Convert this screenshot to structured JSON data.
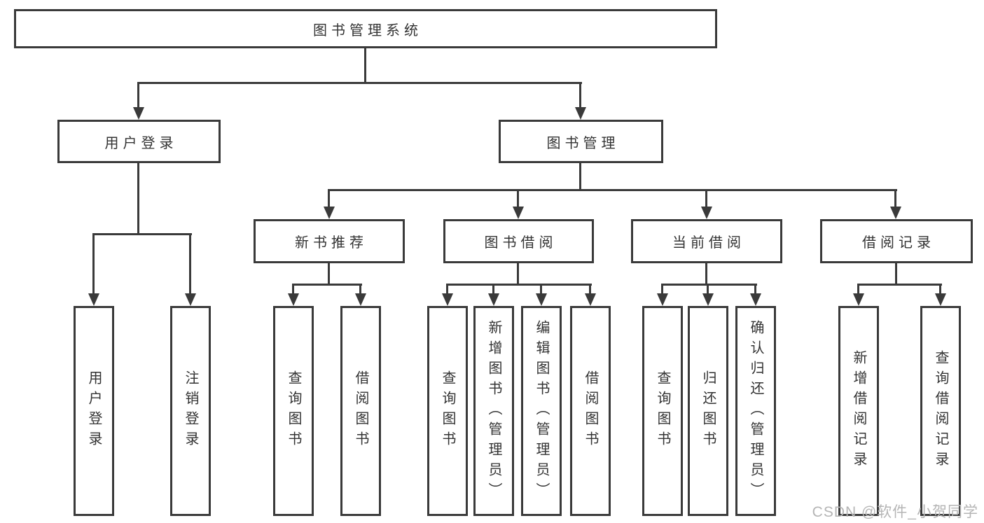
{
  "diagram": {
    "root": {
      "label": "图书管理系统"
    },
    "level2": [
      {
        "label": "用户登录"
      },
      {
        "label": "图书管理"
      }
    ],
    "level3": [
      {
        "label": "新书推荐",
        "parent": "图书管理"
      },
      {
        "label": "图书借阅",
        "parent": "图书管理"
      },
      {
        "label": "当前借阅",
        "parent": "图书管理"
      },
      {
        "label": "借阅记录",
        "parent": "图书管理"
      }
    ],
    "leaves": [
      {
        "label": "用户登录",
        "parent": "用户登录"
      },
      {
        "label": "注销登录",
        "parent": "用户登录"
      },
      {
        "label": "查询图书",
        "parent": "新书推荐"
      },
      {
        "label": "借阅图书",
        "parent": "新书推荐"
      },
      {
        "label": "查询图书",
        "parent": "图书借阅"
      },
      {
        "label": "新增图书（管理员）",
        "parent": "图书借阅"
      },
      {
        "label": "编辑图书（管理员）",
        "parent": "图书借阅"
      },
      {
        "label": "借阅图书",
        "parent": "图书借阅"
      },
      {
        "label": "查询图书",
        "parent": "当前借阅"
      },
      {
        "label": "归还图书",
        "parent": "当前借阅"
      },
      {
        "label": "确认归还（管理员）",
        "parent": "当前借阅"
      },
      {
        "label": "新增借阅记录",
        "parent": "借阅记录"
      },
      {
        "label": "查询借阅记录",
        "parent": "借阅记录"
      }
    ]
  },
  "watermark": {
    "text": "CSDN @软件_小贺同学",
    "color": "#b5b5b5"
  },
  "colors": {
    "line": "#3a3a3a",
    "box_border": "#3a3a3a",
    "box_fill": "#ffffff",
    "text": "#333333",
    "background": "#ffffff"
  }
}
